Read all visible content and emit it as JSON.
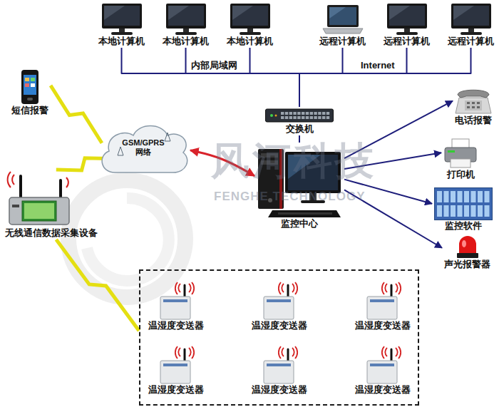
{
  "diagram": {
    "nodes": [
      {
        "text": [
          "本地计算机"
        ]
      },
      {
        "text": [
          "本地计算机"
        ]
      },
      {
        "text": [
          "本地计算机"
        ]
      },
      {
        "text": [
          "远程计算机"
        ]
      },
      {
        "text": [
          "远程计算机"
        ]
      },
      {
        "text": [
          "远程计算机"
        ]
      },
      {
        "text": [
          "交换机"
        ]
      },
      {
        "text": [
          "监控中心"
        ]
      },
      {
        "text": [
          "电话报警"
        ]
      },
      {
        "text": [
          "打印机"
        ]
      },
      {
        "text": [
          "监控软件"
        ]
      },
      {
        "text": [
          "声光报警器"
        ]
      },
      {
        "text": [
          "短信报警"
        ]
      },
      {
        "text": [
          "GSM/GPRS 网络"
        ]
      },
      {
        "text": [
          "无线通信数据采集设备"
        ]
      },
      {
        "text": []
      },
      {
        "text": [
          "温湿度变送器"
        ],
        "in": 15
      },
      {
        "text": [
          "温湿度变送器"
        ],
        "in": 15
      },
      {
        "text": [
          "温湿度变送器"
        ],
        "in": 15
      },
      {
        "text": [
          "温湿度变送器"
        ],
        "in": 15
      },
      {
        "text": [
          "温湿度变送器"
        ],
        "in": 15
      },
      {
        "text": [
          "温湿度变送器"
        ],
        "in": 15
      }
    ],
    "edges": [
      {
        "from": 0,
        "to": 6,
        "arrow": "none"
      },
      {
        "from": 1,
        "to": 6,
        "arrow": "none"
      },
      {
        "from": 2,
        "to": 6,
        "arrow": "none"
      },
      {
        "from": 3,
        "to": 6,
        "arrow": "none"
      },
      {
        "from": 4,
        "to": 6,
        "arrow": "none"
      },
      {
        "from": 5,
        "to": 6,
        "arrow": "none"
      },
      {
        "from": 6,
        "to": 7,
        "arrow": "none"
      },
      {
        "from": 7,
        "to": 8,
        "arrow": "to"
      },
      {
        "from": 7,
        "to": 9,
        "arrow": "to"
      },
      {
        "from": 7,
        "to": 10,
        "arrow": "to"
      },
      {
        "from": 7,
        "to": 11,
        "arrow": "to"
      },
      {
        "from": 13,
        "to": 7,
        "arrow": "both"
      },
      {
        "from": 12,
        "to": 13,
        "arrow": "none"
      },
      {
        "from": 14,
        "to": 13,
        "arrow": "none"
      },
      {
        "from": 14,
        "to": 15,
        "arrow": "none"
      }
    ],
    "labels": [
      "内部局域网",
      "Internet",
      "风河科技",
      "FENGHE TECHNOLOGY"
    ]
  }
}
